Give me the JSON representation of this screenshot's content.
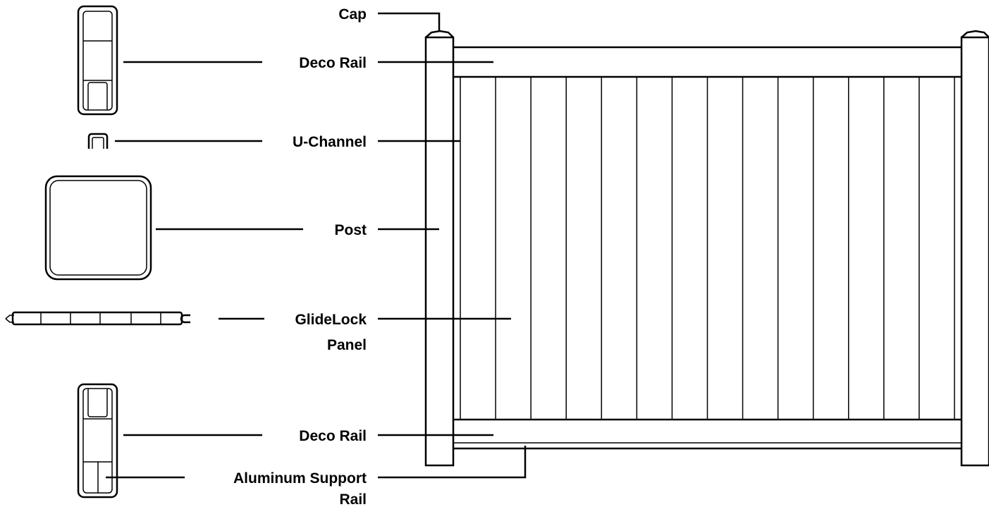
{
  "labels": {
    "cap": "Cap",
    "deco_rail_top": "Deco Rail",
    "u_channel": "U-Channel",
    "post": "Post",
    "glidelock_line1": "GlideLock",
    "glidelock_line2": "Panel",
    "deco_rail_bottom": "Deco Rail",
    "aluminum_line1": "Aluminum Support",
    "aluminum_line2": "Rail"
  },
  "fence": {
    "picket_count": 14
  }
}
